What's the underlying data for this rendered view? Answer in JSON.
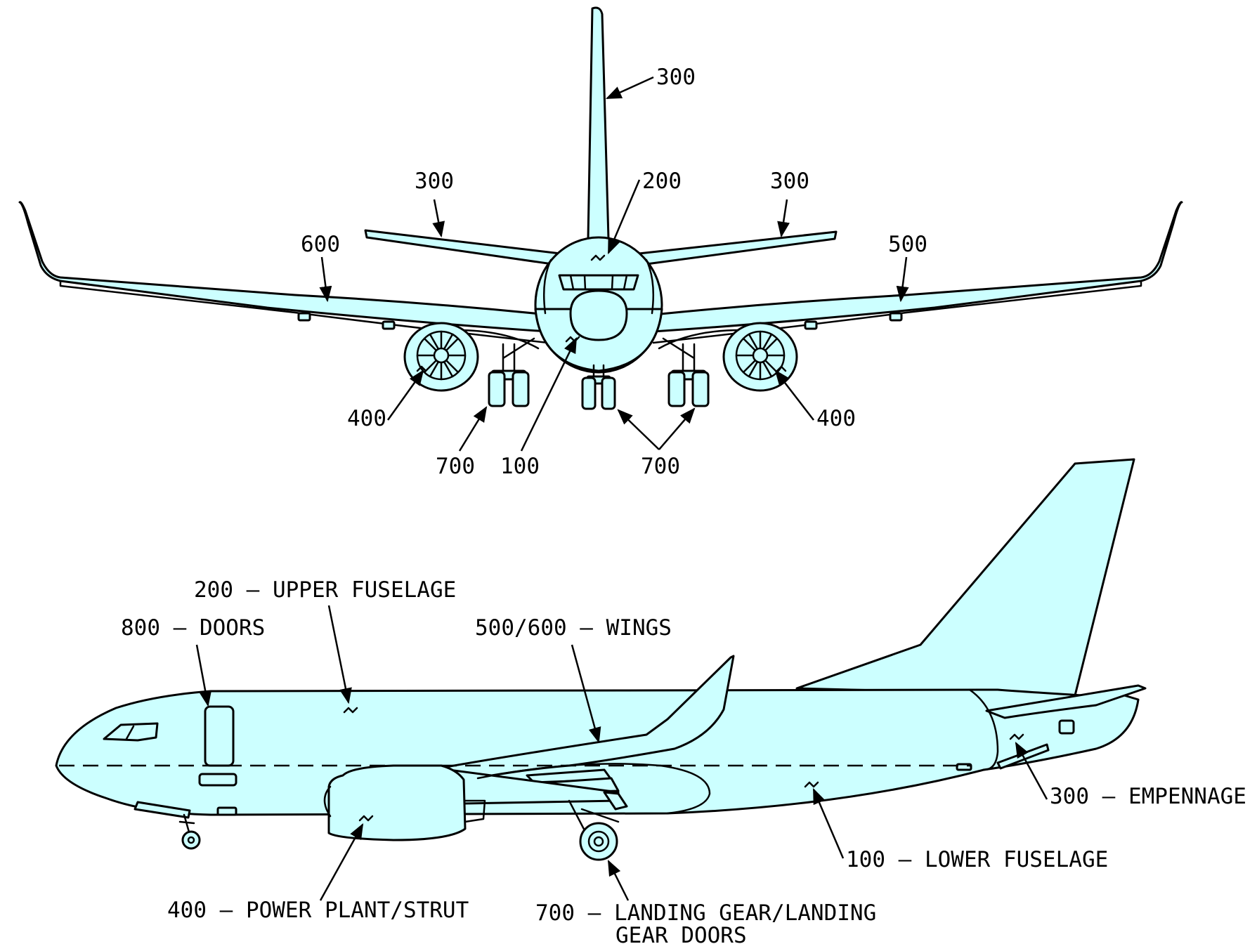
{
  "front_view": {
    "callouts": {
      "empennage_vertical": "300",
      "empennage_left": "300",
      "upper_fuselage": "200",
      "empennage_right": "300",
      "left_wing": "600",
      "right_wing": "500",
      "left_engine": "400",
      "right_engine": "400",
      "left_gear": "700",
      "lower_fuselage": "100",
      "center_right_gear": "700"
    }
  },
  "side_view": {
    "callouts": {
      "upper_fuselage": "200 – UPPER FUSELAGE",
      "doors": "800 – DOORS",
      "wings": "500/600 – WINGS",
      "empennage": "300 – EMPENNAGE",
      "lower_fuselage": "100 – LOWER FUSELAGE",
      "power_plant": "400 – POWER PLANT/STRUT",
      "landing_gear_line1": "700 – LANDING GEAR/LANDING",
      "landing_gear_line2": "GEAR DOORS"
    }
  },
  "colors": {
    "fill": "#ccffff",
    "line": "#000000"
  }
}
